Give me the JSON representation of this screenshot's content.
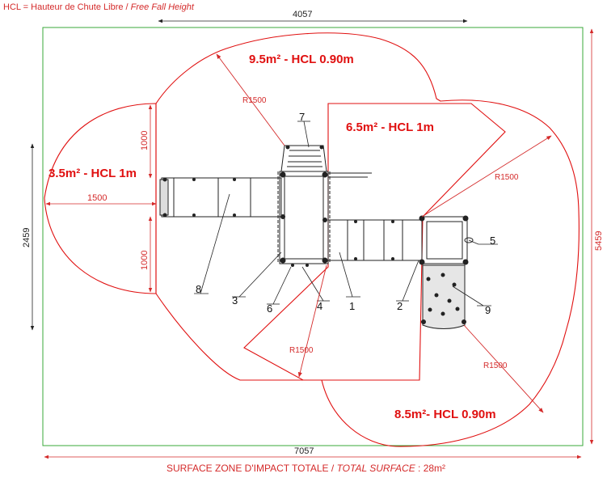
{
  "legend": {
    "prefix": "HCL = Hauteur de Chute Libre / ",
    "italic": "Free Fall Height"
  },
  "zones": {
    "top": "9.5m² - HCL 0.90m",
    "center": "6.5m² - HCL 1m",
    "left": "3.5m² - HCL 1m",
    "bottom": "8.5m²- HCL 0.90m"
  },
  "radii": {
    "r1": "R1500",
    "r2": "R1500",
    "r3": "R1500",
    "r4": "R1500"
  },
  "dimensions": {
    "top_width": "4057",
    "left_height": "2459",
    "right_height": "5459",
    "bottom_width": "7057",
    "left_upper": "1000",
    "left_lower": "1000",
    "left_horizontal": "1500"
  },
  "callouts": [
    "1",
    "2",
    "3",
    "4",
    "5",
    "6",
    "7",
    "8",
    "9"
  ],
  "footer": {
    "prefix": "SURFACE ZONE D'IMPACT TOTALE / ",
    "italic": "TOTAL SURFACE",
    "suffix": " : 28m²"
  },
  "colors": {
    "zone_line": "#e01010",
    "frame_line": "#3aa83a",
    "equipment": "#222222"
  }
}
